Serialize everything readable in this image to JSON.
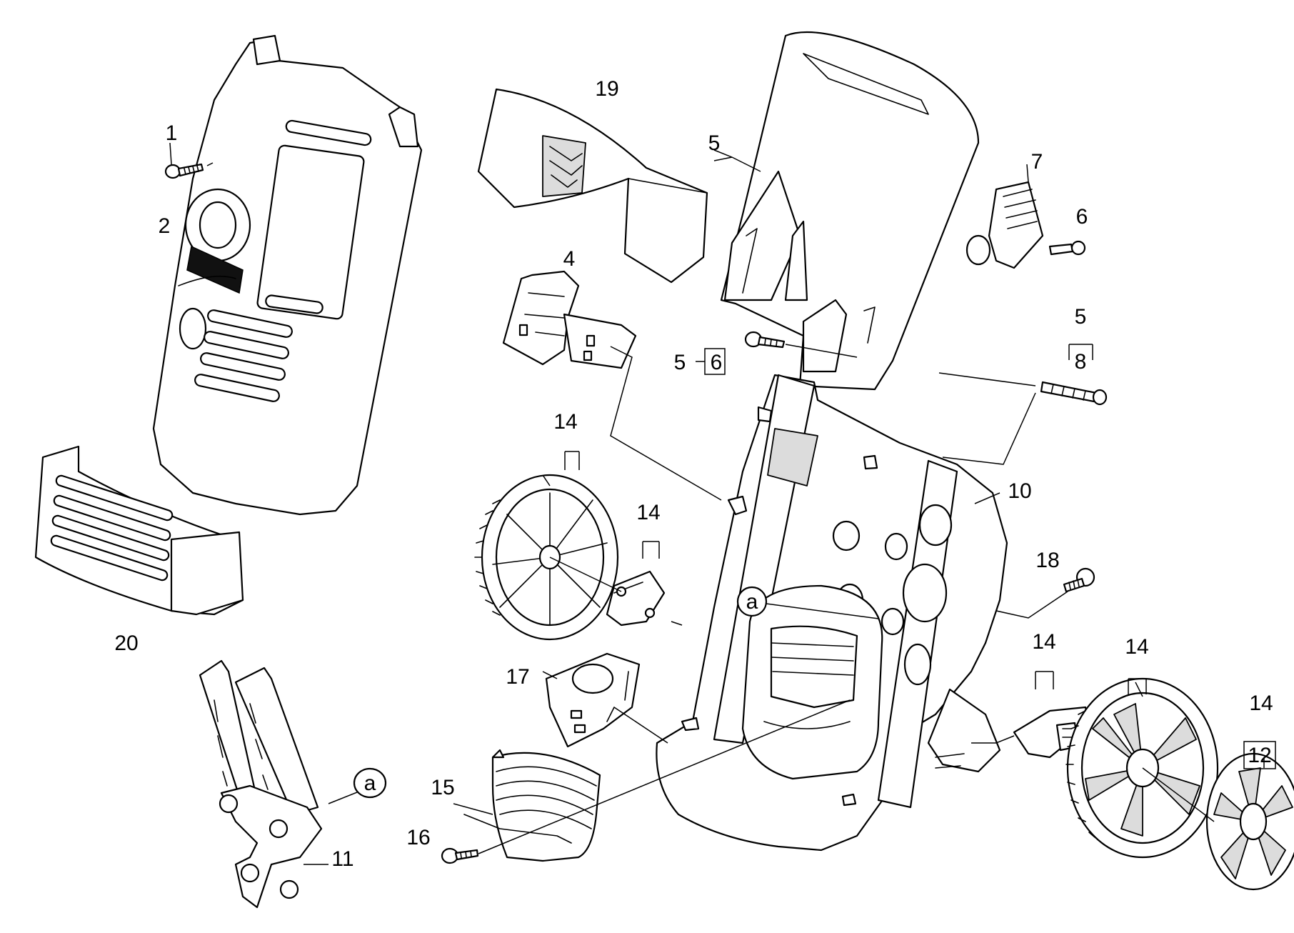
{
  "callouts": [
    {
      "id": "c1",
      "label": "1"
    },
    {
      "id": "c2",
      "label": "2"
    },
    {
      "id": "c19",
      "label": "19"
    },
    {
      "id": "c5a",
      "label": "5"
    },
    {
      "id": "c7",
      "label": "7"
    },
    {
      "id": "c6a",
      "label": "6"
    },
    {
      "id": "c4",
      "label": "4"
    },
    {
      "id": "c5b",
      "label": "5"
    },
    {
      "id": "c6b",
      "label": "6"
    },
    {
      "id": "c5c",
      "label": "5"
    },
    {
      "id": "c8",
      "label": "8"
    },
    {
      "id": "c14a",
      "label": "14"
    },
    {
      "id": "c14b",
      "label": "14"
    },
    {
      "id": "c10",
      "label": "10"
    },
    {
      "id": "c18",
      "label": "18"
    },
    {
      "id": "c20",
      "label": "20"
    },
    {
      "id": "c17",
      "label": "17"
    },
    {
      "id": "c14c",
      "label": "14"
    },
    {
      "id": "c14d",
      "label": "14"
    },
    {
      "id": "c14e",
      "label": "14"
    },
    {
      "id": "c12",
      "label": "12"
    },
    {
      "id": "c15",
      "label": "15"
    },
    {
      "id": "c16",
      "label": "16"
    },
    {
      "id": "c11",
      "label": "11"
    }
  ],
  "reference_markers": [
    {
      "id": "ma",
      "label": "a"
    },
    {
      "id": "mb",
      "label": "a"
    }
  ]
}
